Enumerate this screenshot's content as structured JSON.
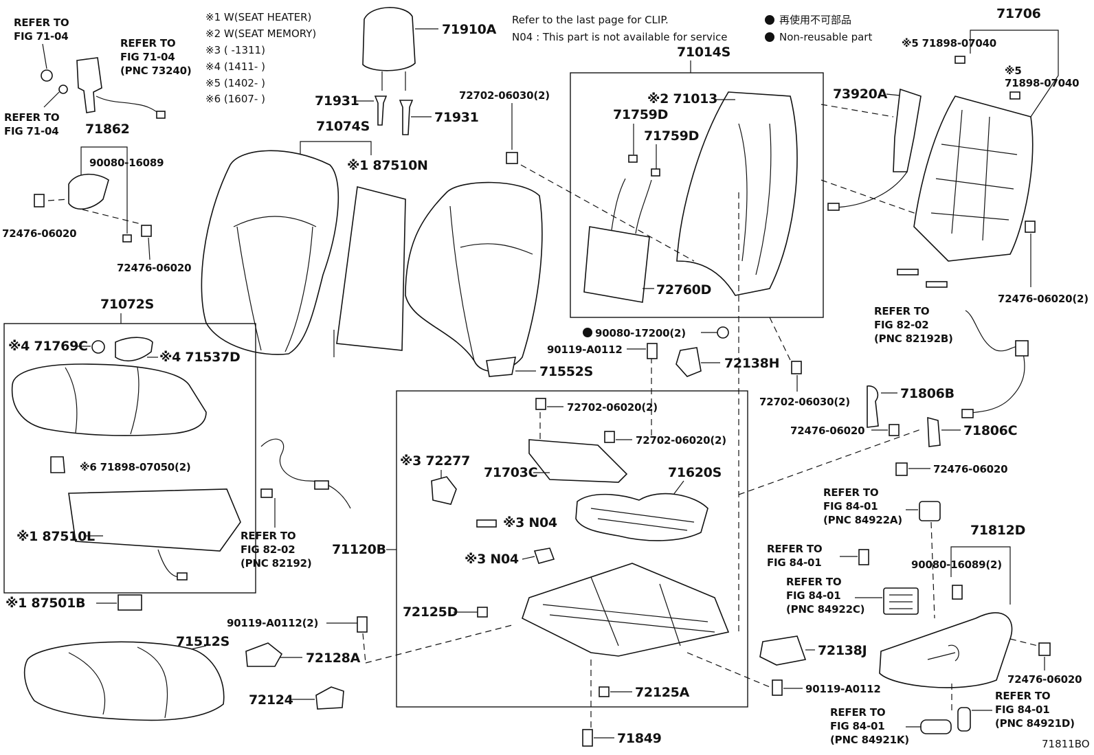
{
  "notes": {
    "n1": "※1 W(SEAT HEATER)",
    "n2": "※2 W(SEAT MEMORY)",
    "n3": "※3 (      -1311)",
    "n4": "※4 (1411-      )",
    "n5": "※5 (1402-      )",
    "n6": "※6 (1607-      )"
  },
  "legend": {
    "clip_note": "Refer to the last page for CLIP.",
    "n04_note": "N04 : This part is not available for service",
    "nonreusable_jp": "再使用不可部品",
    "nonreusable_en": "Non-reusable part"
  },
  "diagram_id": "71811BO",
  "labels": {
    "ref_7104_a1": "REFER TO",
    "ref_7104_a2": "FIG 71-04",
    "ref_7104_b1": "REFER TO",
    "ref_7104_b2": "FIG 71-04",
    "ref_7104_b3": "(PNC 73240)",
    "ref_7104_c1": "REFER TO",
    "ref_7104_c2": "FIG 71-04",
    "p71862": "71862",
    "p90080_16089": "90080-16089",
    "p72476_a": "72476-06020",
    "p72476_b": "72476-06020",
    "p71910A": "71910A",
    "p71931_a": "71931",
    "p71931_b": "71931",
    "p71074S": "71074S",
    "p87510N": "※1 87510N",
    "p72702_06030_a": "72702-06030(2)",
    "p71014S": "71014S",
    "p71013": "※2 71013",
    "p71759D_a": "71759D",
    "p71759D_b": "71759D",
    "p72760D": "72760D",
    "p73920A": "73920A",
    "p71706": "71706",
    "p71898_07040_a": "※5 71898-07040",
    "p71898_07040_b1": "※5",
    "p71898_07040_b2": "71898-07040",
    "p72476_06020_2": "72476-06020(2)",
    "p71072S": "71072S",
    "p71769C": "※4 71769C",
    "p71537D": "※4 71537D",
    "p71552S": "71552S",
    "p90080_17200": "90080-17200(2)",
    "p90119_A0112_a": "90119-A0112",
    "p72138H": "72138H",
    "p72702_06030_b": "72702-06030(2)",
    "ref_8202_a1": "REFER TO",
    "ref_8202_a2": "FIG 82-02",
    "ref_8202_a3": "(PNC 82192B)",
    "p71806B": "71806B",
    "p72476_c": "72476-06020",
    "p71806C": "71806C",
    "p72476_d": "72476-06020",
    "p71898_07050": "※6 71898-07050(2)",
    "p87510L": "※1 87510L",
    "ref_8202_b1": "REFER TO",
    "ref_8202_b2": "FIG 82-02",
    "ref_8202_b3": "(PNC 82192)",
    "p72702_06020_a": "72702-06020(2)",
    "p72702_06020_b": "72702-06020(2)",
    "p72277": "※3 72277",
    "p71703C": "71703C",
    "p71620S": "71620S",
    "p71120B": "71120B",
    "pN04_a": "※3 N04",
    "pN04_b": "※3 N04",
    "p87501B": "※1 87501B",
    "p72125D": "72125D",
    "p90119_A0112_2": "90119-A0112(2)",
    "p71512S": "71512S",
    "p72128A": "72128A",
    "p72124": "72124",
    "p72125A": "72125A",
    "p71849": "71849",
    "ref_8401_a1": "REFER TO",
    "ref_8401_a2": "FIG 84-01",
    "ref_8401_a3": "(PNC 84922A)",
    "ref_8401_b1": "REFER TO",
    "ref_8401_b2": "FIG 84-01",
    "ref_8401_c1": "REFER TO",
    "ref_8401_c2": "FIG 84-01",
    "ref_8401_c3": "(PNC 84922C)",
    "p71812D": "71812D",
    "p90080_16089_2": "90080-16089(2)",
    "p72138J": "72138J",
    "p90119_A0112_b": "90119-A0112",
    "p72476_e": "72476-06020",
    "ref_8401_d1": "REFER TO",
    "ref_8401_d2": "FIG 84-01",
    "ref_8401_d3": "(PNC 84921K)",
    "ref_8401_e1": "REFER TO",
    "ref_8401_e2": "FIG 84-01",
    "ref_8401_e3": "(PNC 84921D)"
  }
}
